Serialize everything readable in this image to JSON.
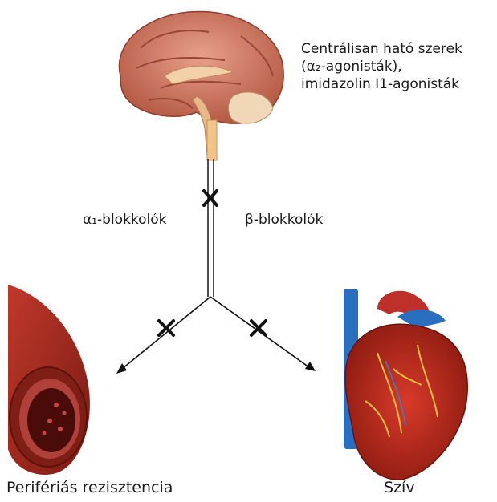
{
  "central": {
    "line1": "Centrálisan ható szerek",
    "line2": "(α₂-agonisták),",
    "line3": "imidazolin I1-agonisták"
  },
  "alpha_blockers": "α₁-blokkolók",
  "beta_blockers": "β-blokkolók",
  "peripheral": "Perifériás rezisztencia",
  "heart": "Szív"
}
